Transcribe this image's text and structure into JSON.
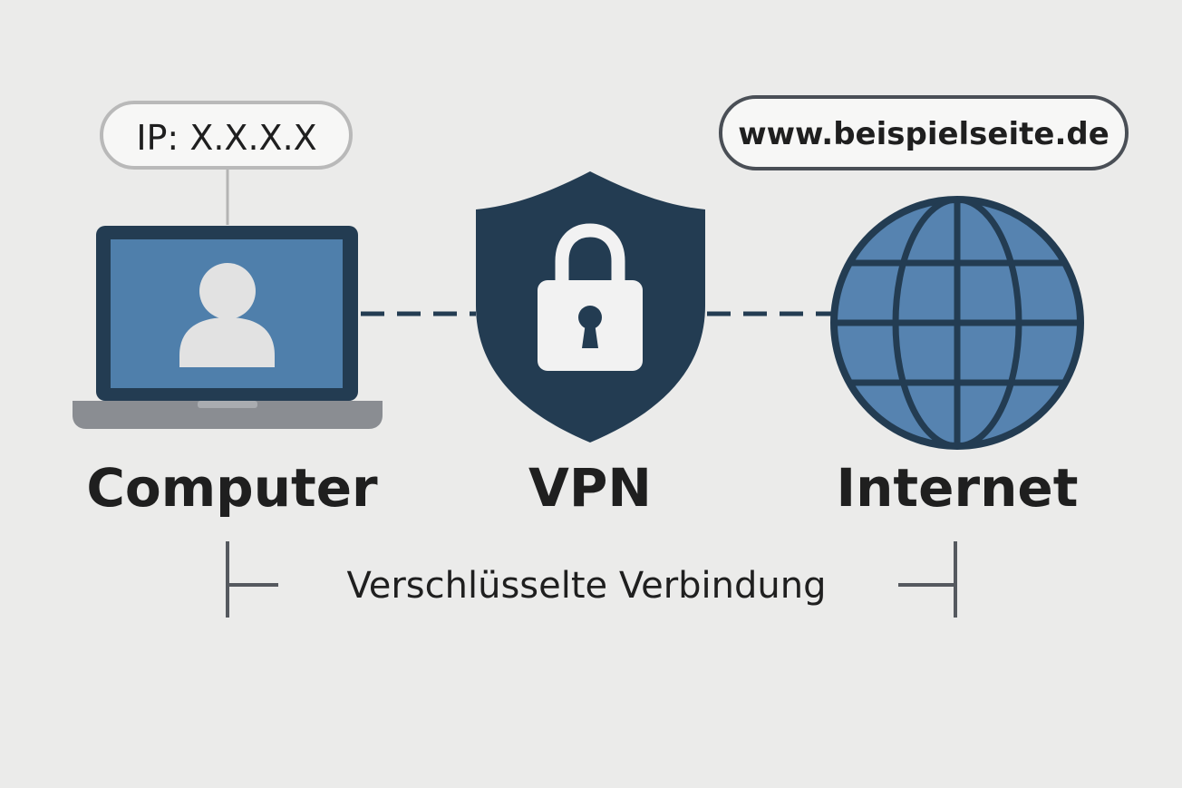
{
  "ip_label": "IP: X.X.X.X",
  "url_label": "www.beispielseite.de",
  "nodes": {
    "computer": "Computer",
    "vpn": "VPN",
    "internet": "Internet"
  },
  "connection_caption": "Verschlüsselte Verbindung",
  "icons": {
    "computer": "laptop-user-icon",
    "vpn": "shield-lock-icon",
    "internet": "globe-icon"
  },
  "colors": {
    "background": "#ebebea",
    "dark_navy": "#233c52",
    "screen_blue": "#4f7fab",
    "globe_blue": "#5683b0",
    "avatar": "#e2e2e2",
    "laptop_base": "#8a8d92",
    "text": "#1f1f1f"
  }
}
